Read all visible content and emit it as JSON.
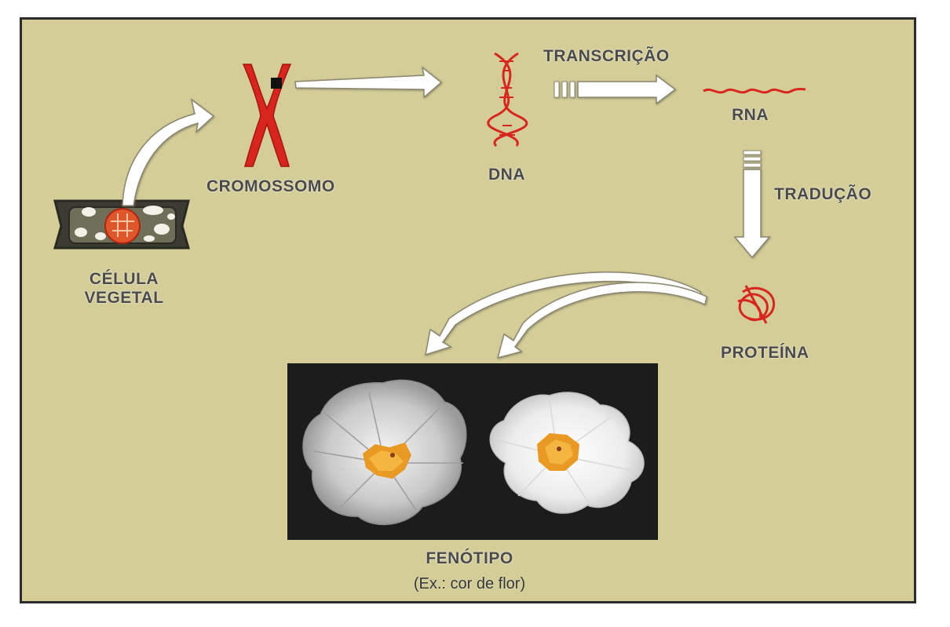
{
  "labels": {
    "cell_line1": "CÉLULA",
    "cell_line2": "VEGETAL",
    "chromosome": "CROMOSSOMO",
    "dna": "DNA",
    "transcription": "TRANSCRIÇÃO",
    "rna": "RNA",
    "translation": "TRADUÇÃO",
    "protein": "PROTEÍNA",
    "phenotype": "FENÓTIPO",
    "phenotype_example": "(Ex.: cor de flor)"
  },
  "colors": {
    "panel_background": "#d4cd98",
    "panel_border": "#2b2b2b",
    "molecule_red": "#d8261e",
    "arrow_fill": "#ffffff",
    "photo_background": "#1c1c1c",
    "flower_center": "#e89a24"
  },
  "icons": [
    "plant-cell-icon",
    "chromosome-icon",
    "dna-helix-icon",
    "rna-strand-icon",
    "protein-icon",
    "flower-photo"
  ]
}
